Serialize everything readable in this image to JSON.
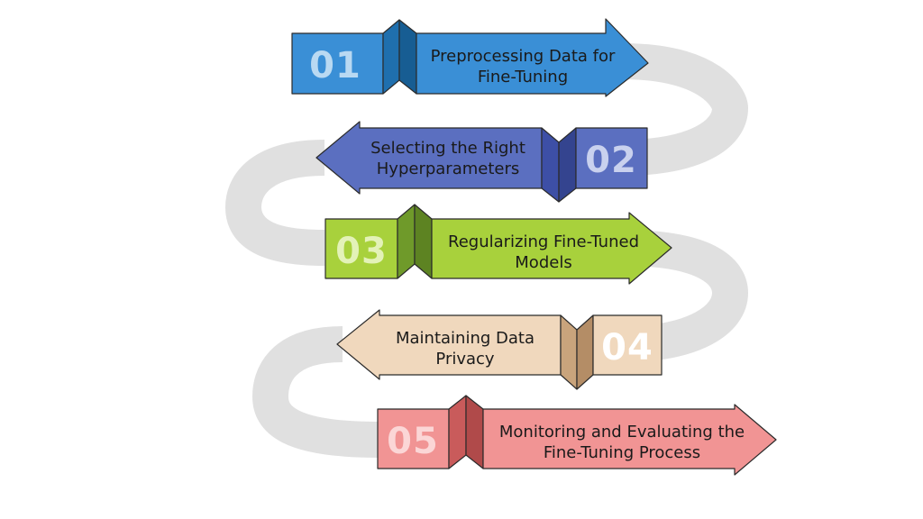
{
  "steps": [
    {
      "number": "01",
      "label_line1": "Preprocessing Data for",
      "label_line2": "Fine-Tuning",
      "direction": "right",
      "fill": "#3a8fd6",
      "dark": "#1f6fae",
      "darker": "#175d93",
      "num_color": "#b9d9f2",
      "text_color": "#1a1a1a"
    },
    {
      "number": "02",
      "label_line1": "Selecting the Right",
      "label_line2": "Hyperparameters",
      "direction": "left",
      "fill": "#5b6fc0",
      "dark": "#3d4fa6",
      "darker": "#34448f",
      "num_color": "#c9d1ee",
      "text_color": "#1a1a1a"
    },
    {
      "number": "03",
      "label_line1": "Regularizing Fine-Tuned",
      "label_line2": "Models",
      "direction": "right",
      "fill": "#a8d13c",
      "dark": "#6f9a2a",
      "darker": "#5d8322",
      "num_color": "#e3f2b8",
      "text_color": "#1a1a1a"
    },
    {
      "number": "04",
      "label_line1": "Maintaining Data",
      "label_line2": "Privacy",
      "direction": "left",
      "fill": "#f0d8bd",
      "dark": "#c9a47c",
      "darker": "#b48d66",
      "num_color": "#ffffff",
      "text_color": "#1a1a1a"
    },
    {
      "number": "05",
      "label_line1": "Monitoring and Evaluating the",
      "label_line2": "Fine-Tuning Process",
      "direction": "right",
      "fill": "#f19494",
      "dark": "#c95b5b",
      "darker": "#b04a4a",
      "num_color": "#fbd6d6",
      "text_color": "#1a1a1a"
    }
  ],
  "colors": {
    "connector": "#e0e0e0",
    "outline": "#2b2b2b"
  }
}
